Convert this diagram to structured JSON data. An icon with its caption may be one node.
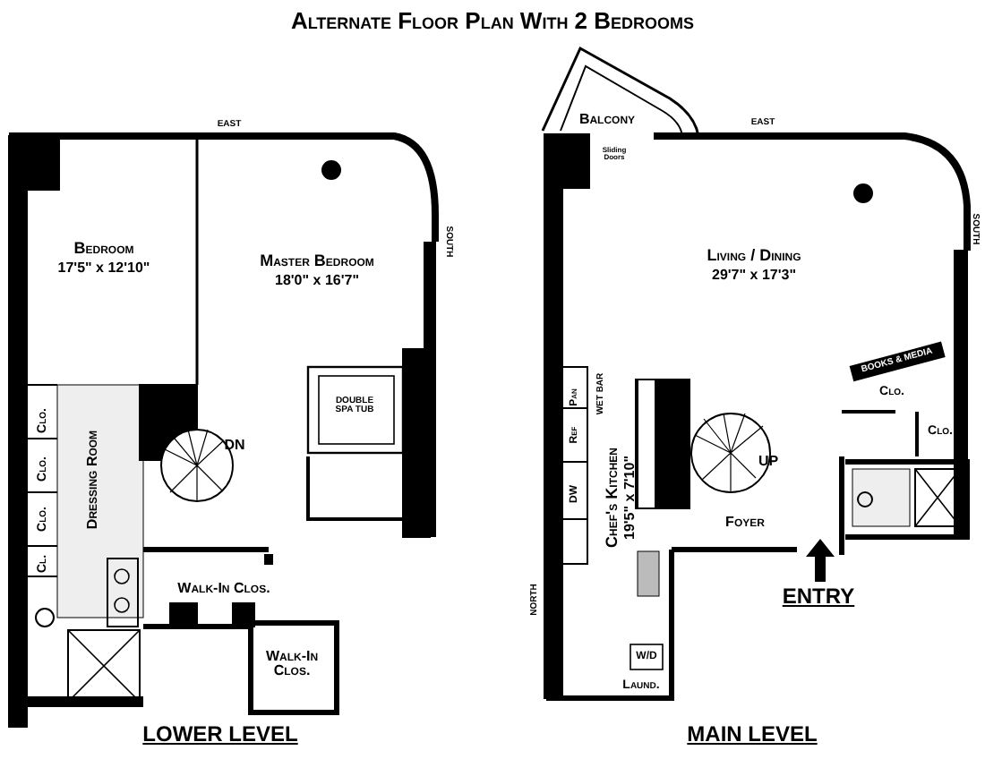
{
  "diagram": {
    "title": "Alternate Floor Plan With 2 Bedrooms",
    "labels": [
      "EAST",
      "SOUTH",
      "Bedroom",
      "17'5\" x 12'10\"",
      "Master Bedroom",
      "18'0\" x 16'7\"",
      "DOUBLE SPA TUB",
      "Clo.",
      "Clo.",
      "Clo.",
      "Cl.",
      "Dressing Room",
      "DN",
      "Walk-In Clos.",
      "Walk-In Clos.",
      "LOWER LEVEL",
      "Balcony",
      "Sliding Doors",
      "EAST",
      "SOUTH",
      "Living / Dining",
      "29'7\" x 17'3\"",
      "WET BAR",
      "Pan",
      "Ref",
      "DW",
      "Chef's Kitchen",
      "19'5\" x 7'10\"",
      "UP",
      "Foyer",
      "BOOKS & MEDIA",
      "Clo.",
      "Clo.",
      "NORTH",
      "ENTRY",
      "W/D",
      "Laund.",
      "MAIN LEVEL"
    ]
  }
}
